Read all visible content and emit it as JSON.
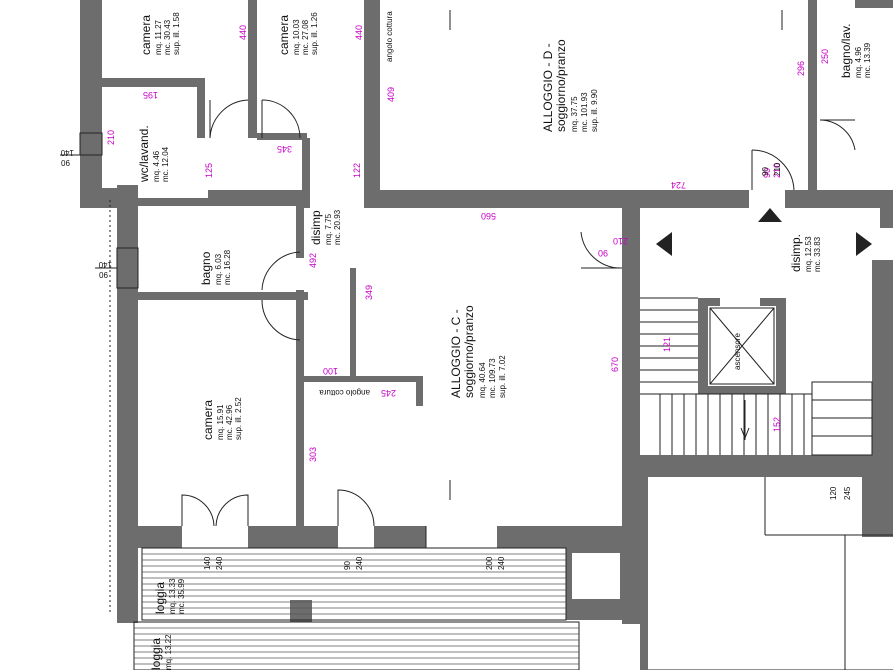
{
  "rooms": {
    "camera_tl": {
      "name": "camera",
      "mq": "mq. 11.27",
      "mc": "mc. 30.43",
      "sup": "sup. ill. 1.58"
    },
    "camera_tm": {
      "name": "camera",
      "mq": "mq. 10.03",
      "mc": "mc. 27.08",
      "sup": "sup. ill. 1.26"
    },
    "wc": {
      "name": "wc/lavand.",
      "mq": "mq. 4.46",
      "mc": "mc. 12.04"
    },
    "bagno": {
      "name": "bagno",
      "mq": "mq. 6.03",
      "mc": "mc. 16.28"
    },
    "disimp_c": {
      "name": "disimp",
      "mq": "mq. 7.75",
      "mc": "mc. 20.93"
    },
    "camera_big": {
      "name": "camera",
      "mq": "mq. 15.91",
      "mc": "mc. 42.96",
      "sup": "sup. ill. 2.52"
    },
    "alloggio_c": {
      "title": "ALLOGGIO - C -",
      "sub": "soggiorno/pranzo",
      "mq": "mq. 40.64",
      "mc": "mc. 109.73",
      "sup": "sup. ill. 7.02"
    },
    "alloggio_d": {
      "title": "ALLOGGIO - D -",
      "sub": "soggiorno/pranzo",
      "mq": "mq. 37.75",
      "mc": "mc. 101.93",
      "sup": "sup. ill. 9.90"
    },
    "bagno_lav": {
      "name": "bagno/lav.",
      "mq": "mq. 4.96",
      "mc": "mc. 13.39"
    },
    "disimp_r": {
      "name": "disimp.",
      "mq": "mq. 12.53",
      "mc": "mc. 33.83"
    },
    "loggia": {
      "name": "loggia",
      "mq": "mq. 13.33",
      "mc": "mc. 35.99"
    },
    "loggia_b": {
      "name": "loggia",
      "mq": "mq. 13.22"
    },
    "angolo_top": "angolo cottura",
    "angolo_mid": "angolo cottura",
    "ascensore": "ascensore"
  },
  "dims": {
    "d440a": "440",
    "d440b": "440",
    "d195": "195",
    "d210": "210",
    "d345": "345",
    "d125": "125",
    "d122": "122",
    "d409": "409",
    "d724": "724",
    "d560": "560",
    "d492": "492",
    "d349": "349",
    "d100": "100",
    "d245": "245",
    "d303": "303",
    "d670": "670",
    "d121": "121",
    "d152": "152",
    "d250": "250",
    "d296": "296",
    "d210b": "210",
    "d210c": "210",
    "d90a": "90",
    "d90b": "90"
  },
  "dims_black": {
    "k140a": "140",
    "k90a": "90",
    "k140b": "140",
    "k90b": "90",
    "k140c": "140",
    "k240c": "240",
    "k90c": "90",
    "k240d": "240",
    "k200": "200",
    "k240e": "240",
    "k120": "120",
    "k245": "245",
    "k90d": "90",
    "k210d": "210"
  }
}
